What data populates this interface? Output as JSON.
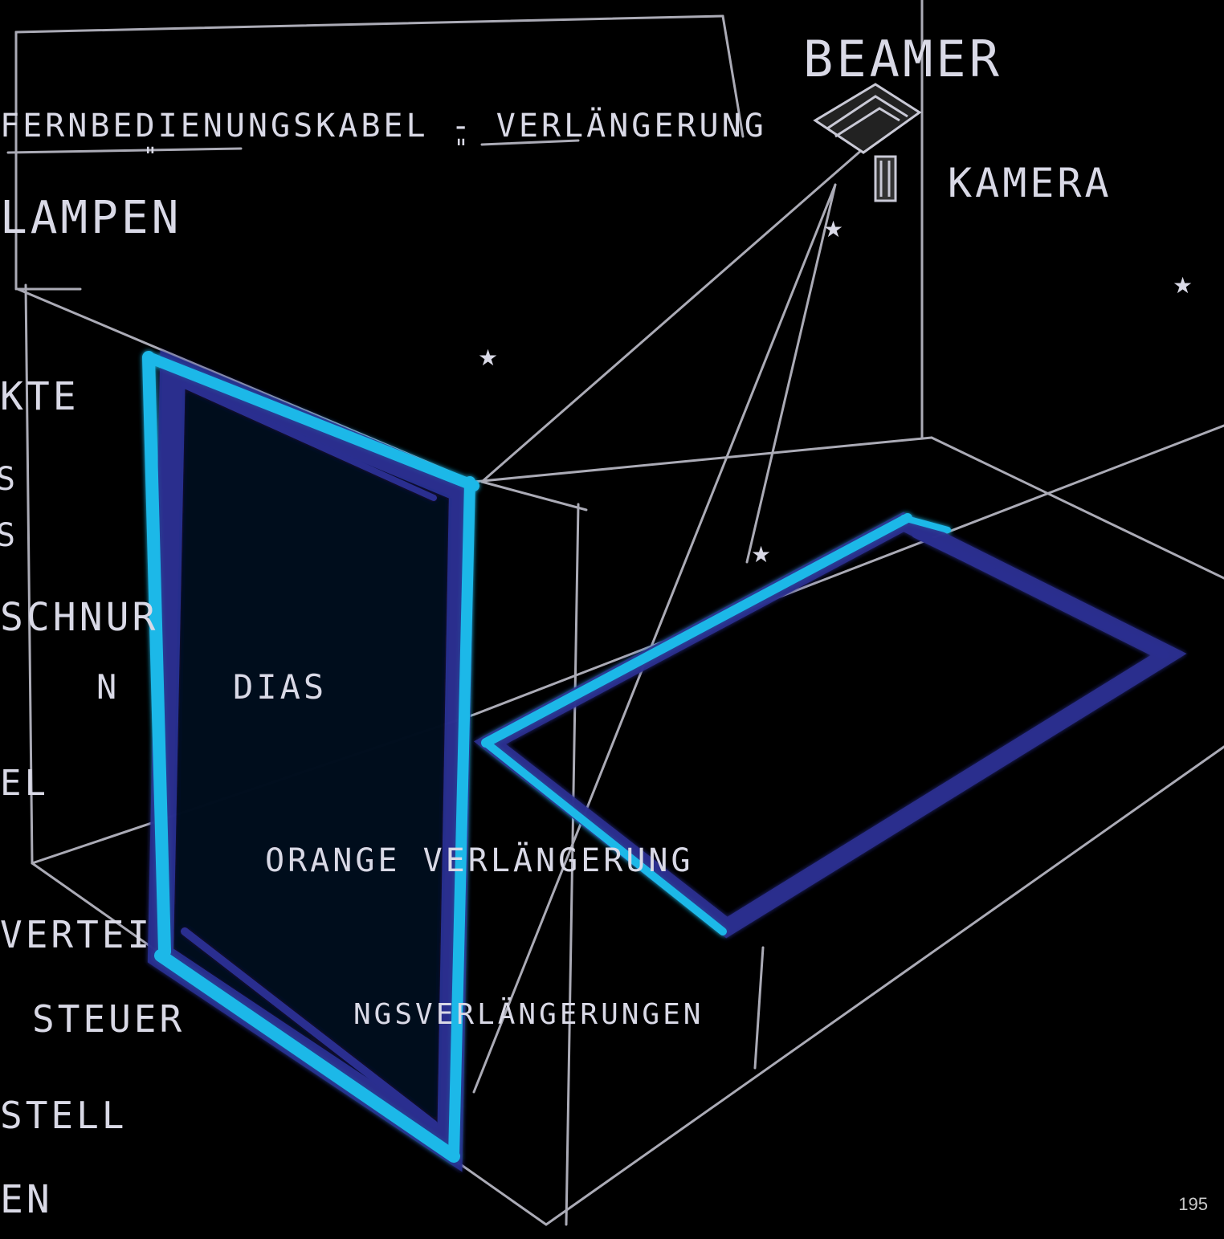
{
  "colors": {
    "background": "#000000",
    "pencil": "#c9c9d6",
    "cyan": "#1fb8e8",
    "deep_blue": "#2a2f8f"
  },
  "labels": {
    "beamer": "BEAMER",
    "kamera": "KAMERA",
    "fernbedienung": "FERNBEDIENUNGSKABEL - VERLÄNGERUNG",
    "ditto": "\"",
    "lampen": "LAMPEN",
    "kte": "KTE",
    "s1": "S",
    "s2": "S",
    "schnur": "SCHNUR",
    "dias_left": "N",
    "dias_right": "DIAS",
    "el": "EL",
    "orange_verlaengerung": "ORANGE VERLÄNGERUNG",
    "vertei": "VERTEI",
    "steuer": "STEUER",
    "verlaengerungen": "NGSVERLÄNGERUNGEN",
    "stell": "STELL",
    "en": "EN"
  },
  "page_number": "195"
}
